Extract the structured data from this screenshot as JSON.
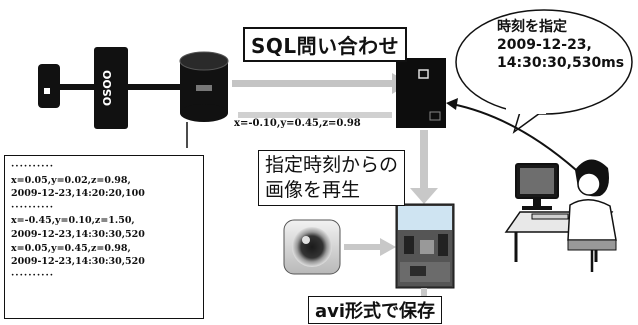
{
  "sql_query": {
    "label": "SQL問い合わせ"
  },
  "playback": {
    "lines": [
      "指定時刻からの",
      "画像を再生"
    ]
  },
  "avi_save": {
    "label": "avi形式で保存"
  },
  "callout": {
    "lines": [
      "時刻を指定",
      "2009-12-23,",
      "14:30:30,530ms"
    ]
  },
  "coordinate_readout": "x=-0.10,y=0.45,z=0.98",
  "device_label": "OSOO",
  "log_lines": [
    "··········",
    "x=0.05,y=0.02,z=0.98,",
    "2009-12-23,14:20:20,100",
    "··········",
    "x=-0.45,y=0.10,z=1.50,",
    "2009-12-23,14:30:30,520",
    "x=0.05,y=0.45,z=0.98,",
    "2009-12-23,14:30:30,520",
    "··········"
  ],
  "colors": {
    "outline": "#111111",
    "dark_node": "#111111",
    "arrow": "#bdbdbd",
    "sky": "#cfe4f2"
  }
}
